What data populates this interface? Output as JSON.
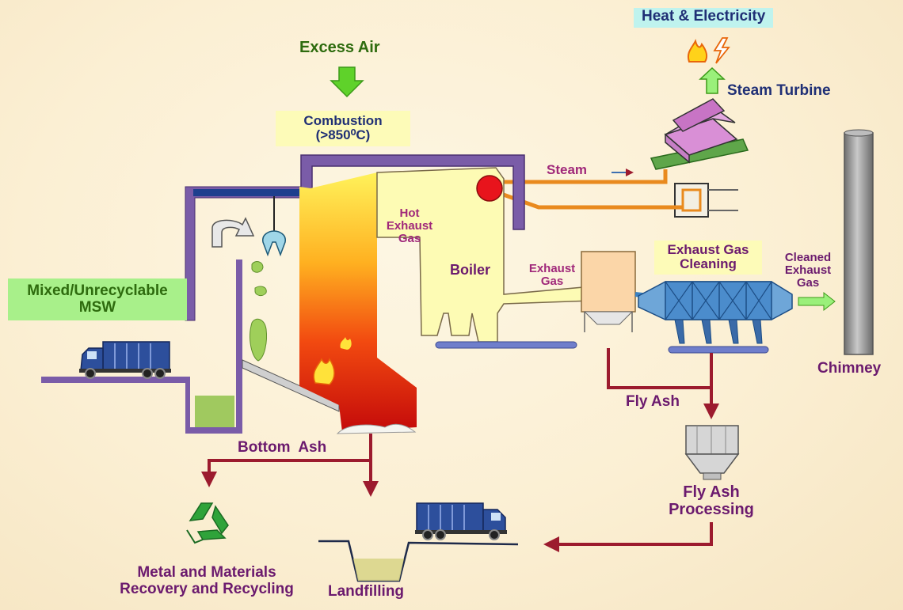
{
  "title": "Heat & Electricity",
  "labels": {
    "excess_air": "Excess Air",
    "combustion_line1": "Combustion",
    "combustion_line2": "(>850⁰C)",
    "steam_turbine": "Steam Turbine",
    "steam": "Steam",
    "hot_exhaust_line1": "Hot",
    "hot_exhaust_line2": "Exhaust",
    "hot_exhaust_line3": "Gas",
    "boiler": "Boiler",
    "exhaust_gas_line1": "Exhaust",
    "exhaust_gas_line2": "Gas",
    "exhaust_cleaning_line1": "Exhaust Gas",
    "exhaust_cleaning_line2": "Cleaning",
    "cleaned_line1": "Cleaned",
    "cleaned_line2": "Exhaust",
    "cleaned_line3": "Gas",
    "chimney": "Chimney",
    "msw_line1": "Mixed/Unrecyclable",
    "msw_line2": "MSW",
    "fly_ash": "Fly Ash",
    "fly_ash_processing_line1": "Fly Ash",
    "fly_ash_processing_line2": "Processing",
    "bottom_ash": "Bottom  Ash",
    "recovery_line1": "Metal and Materials",
    "recovery_line2": "Recovery and Recycling",
    "landfilling": "Landfilling"
  },
  "icons": {
    "flame": "flame-icon",
    "lightning": "lightning-icon",
    "recycle": "recycle-icon",
    "truck": "garbage-truck-icon",
    "crane": "crane-claw-icon"
  },
  "colors": {
    "arrow_red": "#9c1b2e",
    "arrow_green": "#66d430",
    "pipe_orange": "#e98a1e",
    "boiler_yellow": "#fdfbb4",
    "furnace_purple": "#7c5fa6",
    "chimney_gray": "#8e8e8e",
    "scrubber_blue": "#3a82c4"
  }
}
